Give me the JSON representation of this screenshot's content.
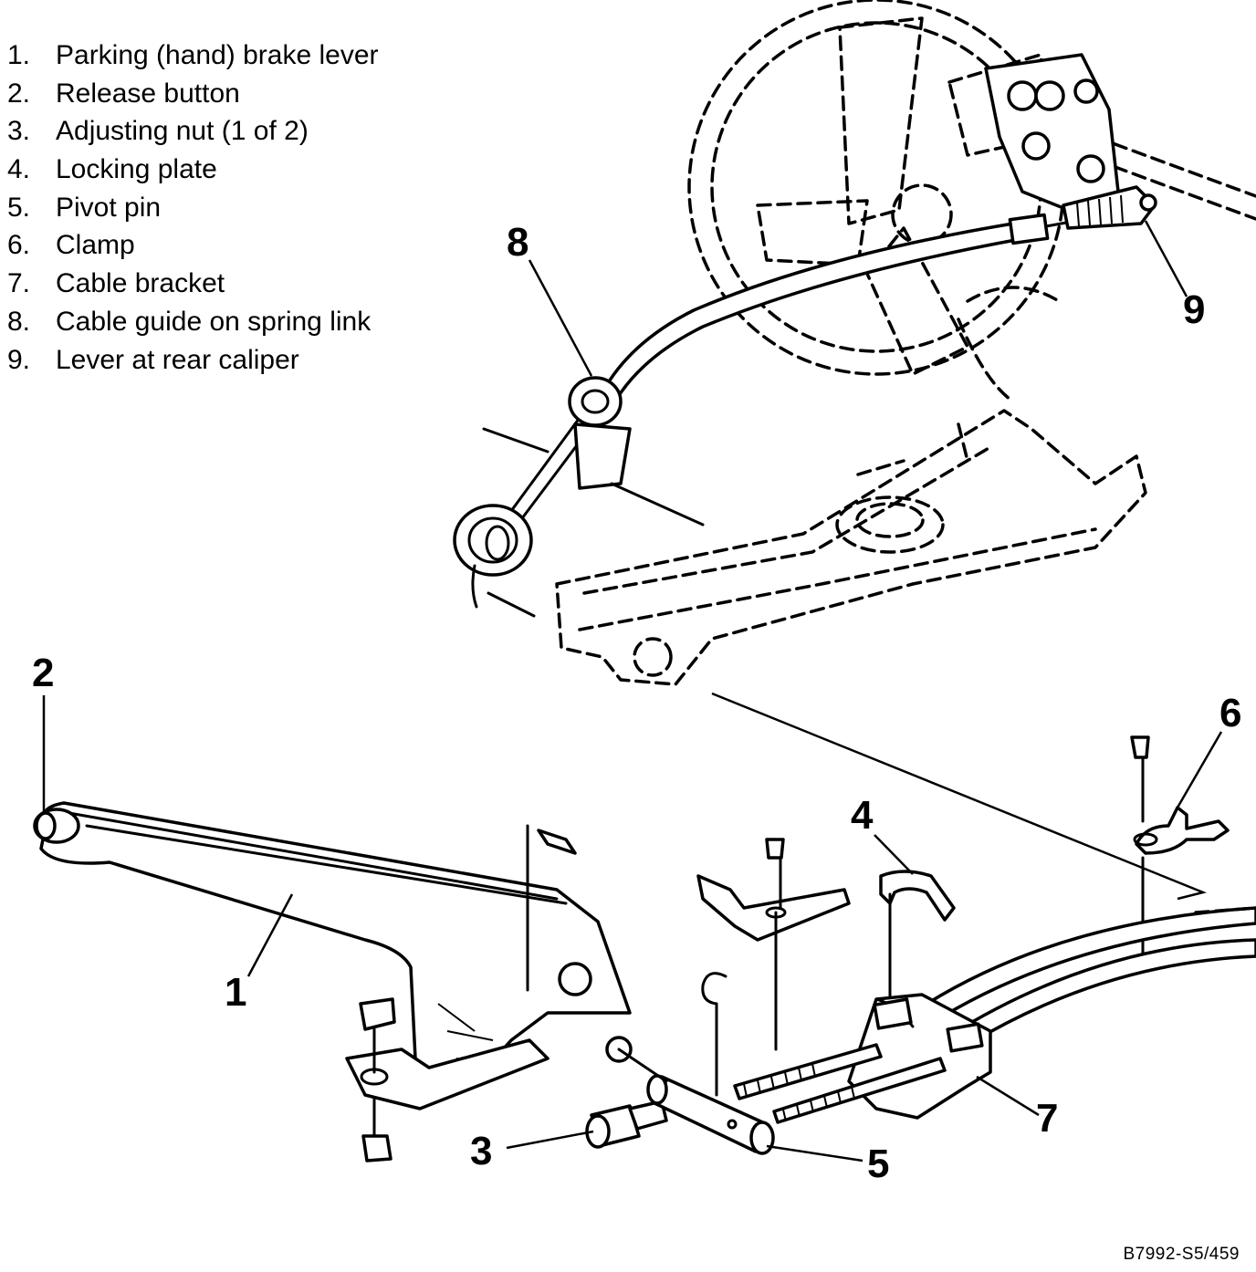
{
  "legend": [
    {
      "num": "1.",
      "label": "Parking (hand) brake lever"
    },
    {
      "num": "2.",
      "label": "Release button"
    },
    {
      "num": "3.",
      "label": "Adjusting nut (1 of 2)"
    },
    {
      "num": "4.",
      "label": "Locking plate"
    },
    {
      "num": "5.",
      "label": "Pivot pin"
    },
    {
      "num": "6.",
      "label": "Clamp"
    },
    {
      "num": "7.",
      "label": "Cable bracket"
    },
    {
      "num": "8.",
      "label": "Cable guide on spring link"
    },
    {
      "num": "9.",
      "label": "Lever at rear caliper"
    }
  ],
  "callouts": {
    "c1": "1",
    "c2": "2",
    "c3": "3",
    "c4": "4",
    "c5": "5",
    "c6": "6",
    "c7": "7",
    "c8": "8",
    "c9": "9"
  },
  "figure_code": "B7992-S5/459"
}
